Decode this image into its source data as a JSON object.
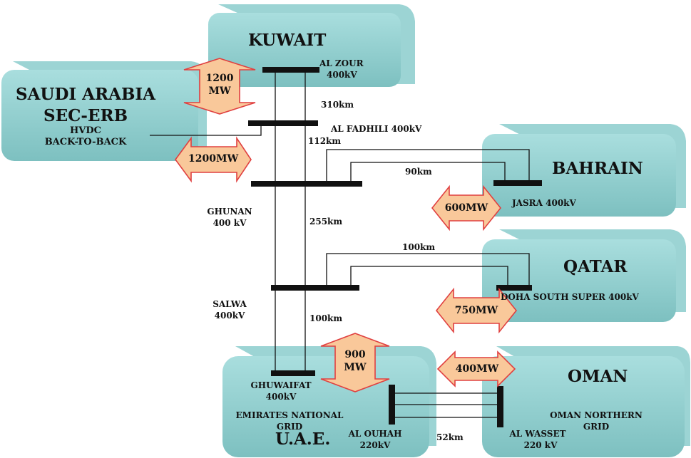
{
  "regions": {
    "kuwait": "KUWAIT",
    "saudi_1": "SAUDI ARABIA",
    "saudi_2": "SEC-ERB",
    "saudi_3": "HVDC",
    "saudi_4": "BACK-TO-BACK",
    "bahrain": "BAHRAIN",
    "qatar": "QATAR",
    "oman": "OMAN",
    "uae": "U.A.E."
  },
  "substations": {
    "al_zour_1": "AL ZOUR",
    "al_zour_2": "400kV",
    "al_fadhili": "AL FADHILI 400kV",
    "ghunan_1": "GHUNAN",
    "ghunan_2": "400 kV",
    "jasra": "JASRA 400kV",
    "salwa_1": "SALWA",
    "salwa_2": "400kV",
    "doha": "DOHA SOUTH SUPER 400kV",
    "ghuwaifat_1": "GHUWAIFAT",
    "ghuwaifat_2": "400kV",
    "eng_1": "EMIRATES NATIONAL",
    "eng_2": "GRID",
    "al_ouhah_1": "AL OUHAH",
    "al_ouhah_2": "220kV",
    "omang_1": "OMAN NORTHERN",
    "omang_2": "GRID",
    "al_wasset_1": "AL WASSET",
    "al_wasset_2": "220 kV"
  },
  "distances": {
    "d310": "310km",
    "d112": "112km",
    "d90": "90km",
    "d255": "255km",
    "d100a": "100km",
    "d100b": "100km",
    "d52": "52km"
  },
  "capacities": {
    "kuwait_1": "1200",
    "kuwait_2": "MW",
    "saudi": "1200MW",
    "bahrain": "600MW",
    "qatar": "750MW",
    "uae_1": "900",
    "uae_2": "MW",
    "oman": "400MW"
  },
  "colors": {
    "region_fill": "#86c9c9",
    "arrow_fill": "#f9c89a",
    "arrow_stroke": "#e04040"
  }
}
